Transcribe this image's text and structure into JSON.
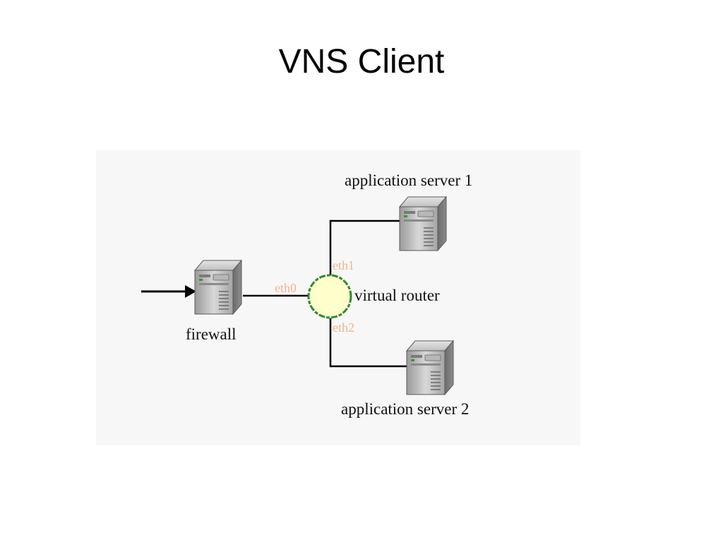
{
  "slide": {
    "title": "VNS Client"
  },
  "diagram": {
    "nodes": {
      "firewall": {
        "label": "firewall",
        "icon": "server-icon"
      },
      "router": {
        "label": "virtual router",
        "icon": "router-circle"
      },
      "app_server_1": {
        "label": "application server 1",
        "icon": "server-icon"
      },
      "app_server_2": {
        "label": "application server 2",
        "icon": "server-icon"
      }
    },
    "interfaces": {
      "eth0": "eth0",
      "eth1": "eth1",
      "eth2": "eth2"
    },
    "colors": {
      "router_fill": "#ffffcc",
      "router_stroke": "#2e8b2e",
      "interface_label": "#f2b48a",
      "link": "#000000"
    }
  }
}
